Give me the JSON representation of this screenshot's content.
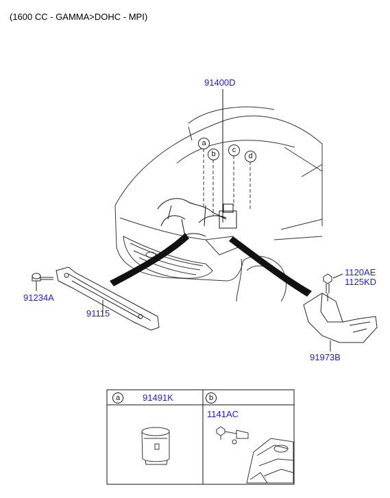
{
  "header": {
    "engine_text": "(1600 CC - GAMMA>DOHC - MPI)"
  },
  "parts": {
    "main_harness": "91400D",
    "bolt_left": "91234A",
    "bracket": "91115",
    "bolt_right_1": "1120AE",
    "bolt_right_2": "1125KD",
    "cover": "91973B"
  },
  "callouts": {
    "a": "a",
    "b": "b",
    "c": "c",
    "d": "d"
  },
  "detail_table": {
    "cell_a": {
      "letter": "a",
      "part": "91491K"
    },
    "cell_b": {
      "letter": "b",
      "part": "1141AC"
    }
  },
  "colors": {
    "part_number": "#1c1cdc",
    "line_art": "#222222"
  }
}
